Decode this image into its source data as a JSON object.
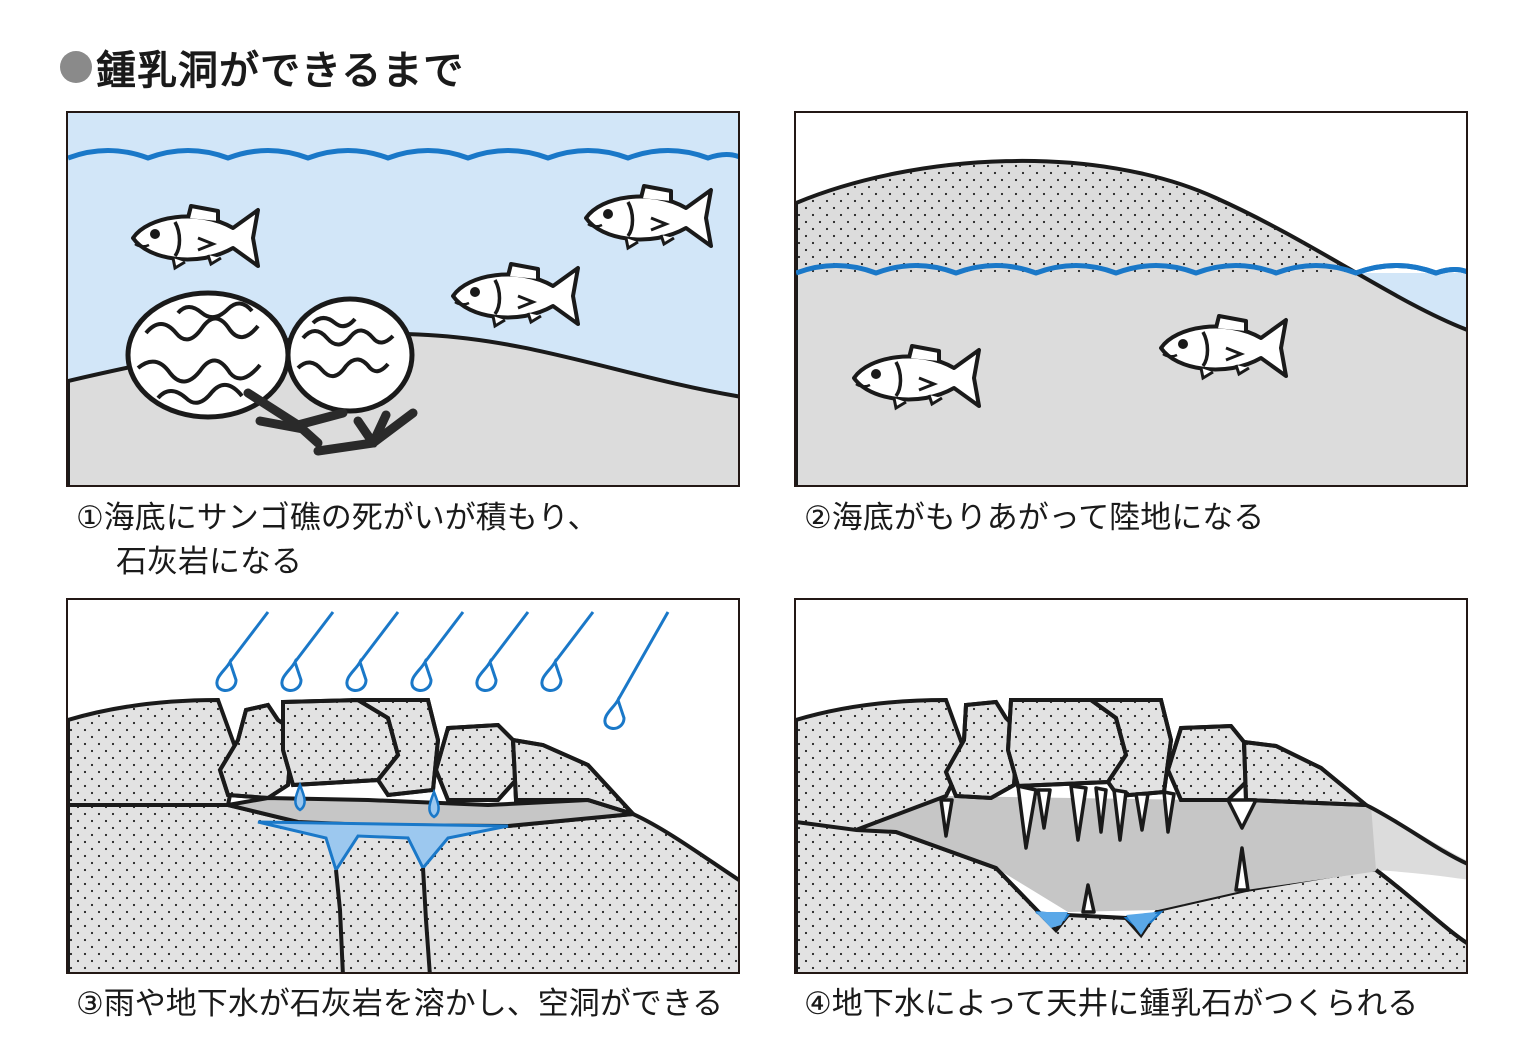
{
  "title": "●鍾乳洞ができるまで",
  "title_text": "鍾乳洞ができるまで",
  "colors": {
    "water": "#d2e6f8",
    "wave": "#1a78c8",
    "ground": "#dcdcdc",
    "cave": "#c6c6c6",
    "rock": "#e2e2e2",
    "outline": "#231815"
  },
  "steps": [
    {
      "number": "①",
      "caption_line1": "①海底にサンゴ礁の死がいが積もり、",
      "caption_line2": "石灰岩になる"
    },
    {
      "number": "②",
      "caption_line1": "②海底がもりあがって陸地になる",
      "caption_line2": ""
    },
    {
      "number": "③",
      "caption_line1": "③雨や地下水が石灰岩を溶かし、空洞ができる",
      "caption_line2": ""
    },
    {
      "number": "④",
      "caption_line1": "④地下水によって天井に鍾乳石がつくられる",
      "caption_line2": ""
    }
  ],
  "icons": [
    "fish-icon",
    "coral-icon",
    "raindrop-icon",
    "stalactite-icon",
    "wave-icon"
  ]
}
